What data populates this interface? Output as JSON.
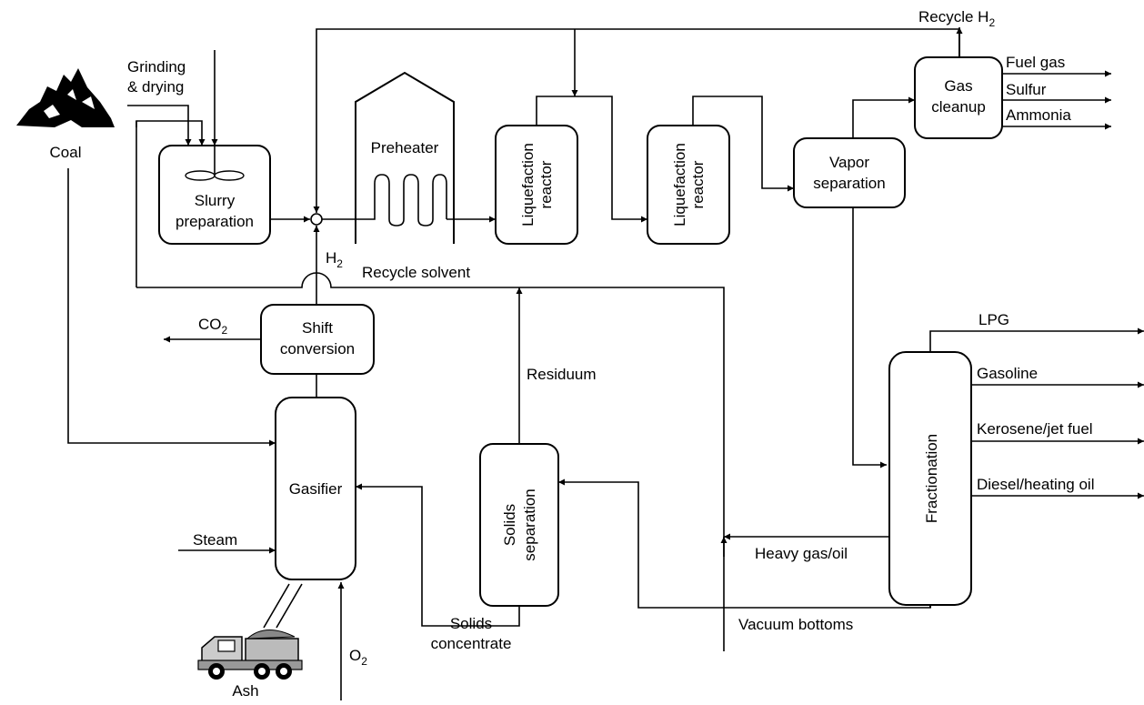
{
  "labels": {
    "coal": "Coal",
    "grinding_line1": "Grinding",
    "grinding_line2": "& drying",
    "recycle_h2": "Recycle H",
    "recycle_h2_sub": "2",
    "h2_main": "H",
    "h2_main_sub": "2",
    "recycle_solvent": "Recycle solvent",
    "co2_main": "CO",
    "co2_sub": "2",
    "residuum": "Residuum",
    "steam": "Steam",
    "o2_main": "O",
    "o2_sub": "2",
    "ash": "Ash",
    "solids_conc_line1": "Solids",
    "solids_conc_line2": "concentrate",
    "vacuum_bottoms": "Vacuum bottoms",
    "heavy_gas_oil": "Heavy gas/oil"
  },
  "units": {
    "slurry_line1": "Slurry",
    "slurry_line2": "preparation",
    "preheater": "Preheater",
    "liq1_line1": "Liquefaction",
    "liq1_line2": "reactor",
    "liq2_line1": "Liquefaction",
    "liq2_line2": "reactor",
    "vapor_line1": "Vapor",
    "vapor_line2": "separation",
    "gas_line1": "Gas",
    "gas_line2": "cleanup",
    "shift_line1": "Shift",
    "shift_line2": "conversion",
    "gasifier": "Gasifier",
    "solids_sep_line1": "Solids",
    "solids_sep_line2": "separation",
    "fractionation": "Fractionation"
  },
  "products": {
    "fuel_gas": "Fuel gas",
    "sulfur": "Sulfur",
    "ammonia": "Ammonia",
    "lpg": "LPG",
    "gasoline": "Gasoline",
    "kerosene": "Kerosene/jet fuel",
    "diesel": "Diesel/heating oil"
  },
  "icons": {
    "coal": "coal-pile-icon",
    "ash": "dump-truck-icon",
    "mixer": "agitator-icon"
  }
}
